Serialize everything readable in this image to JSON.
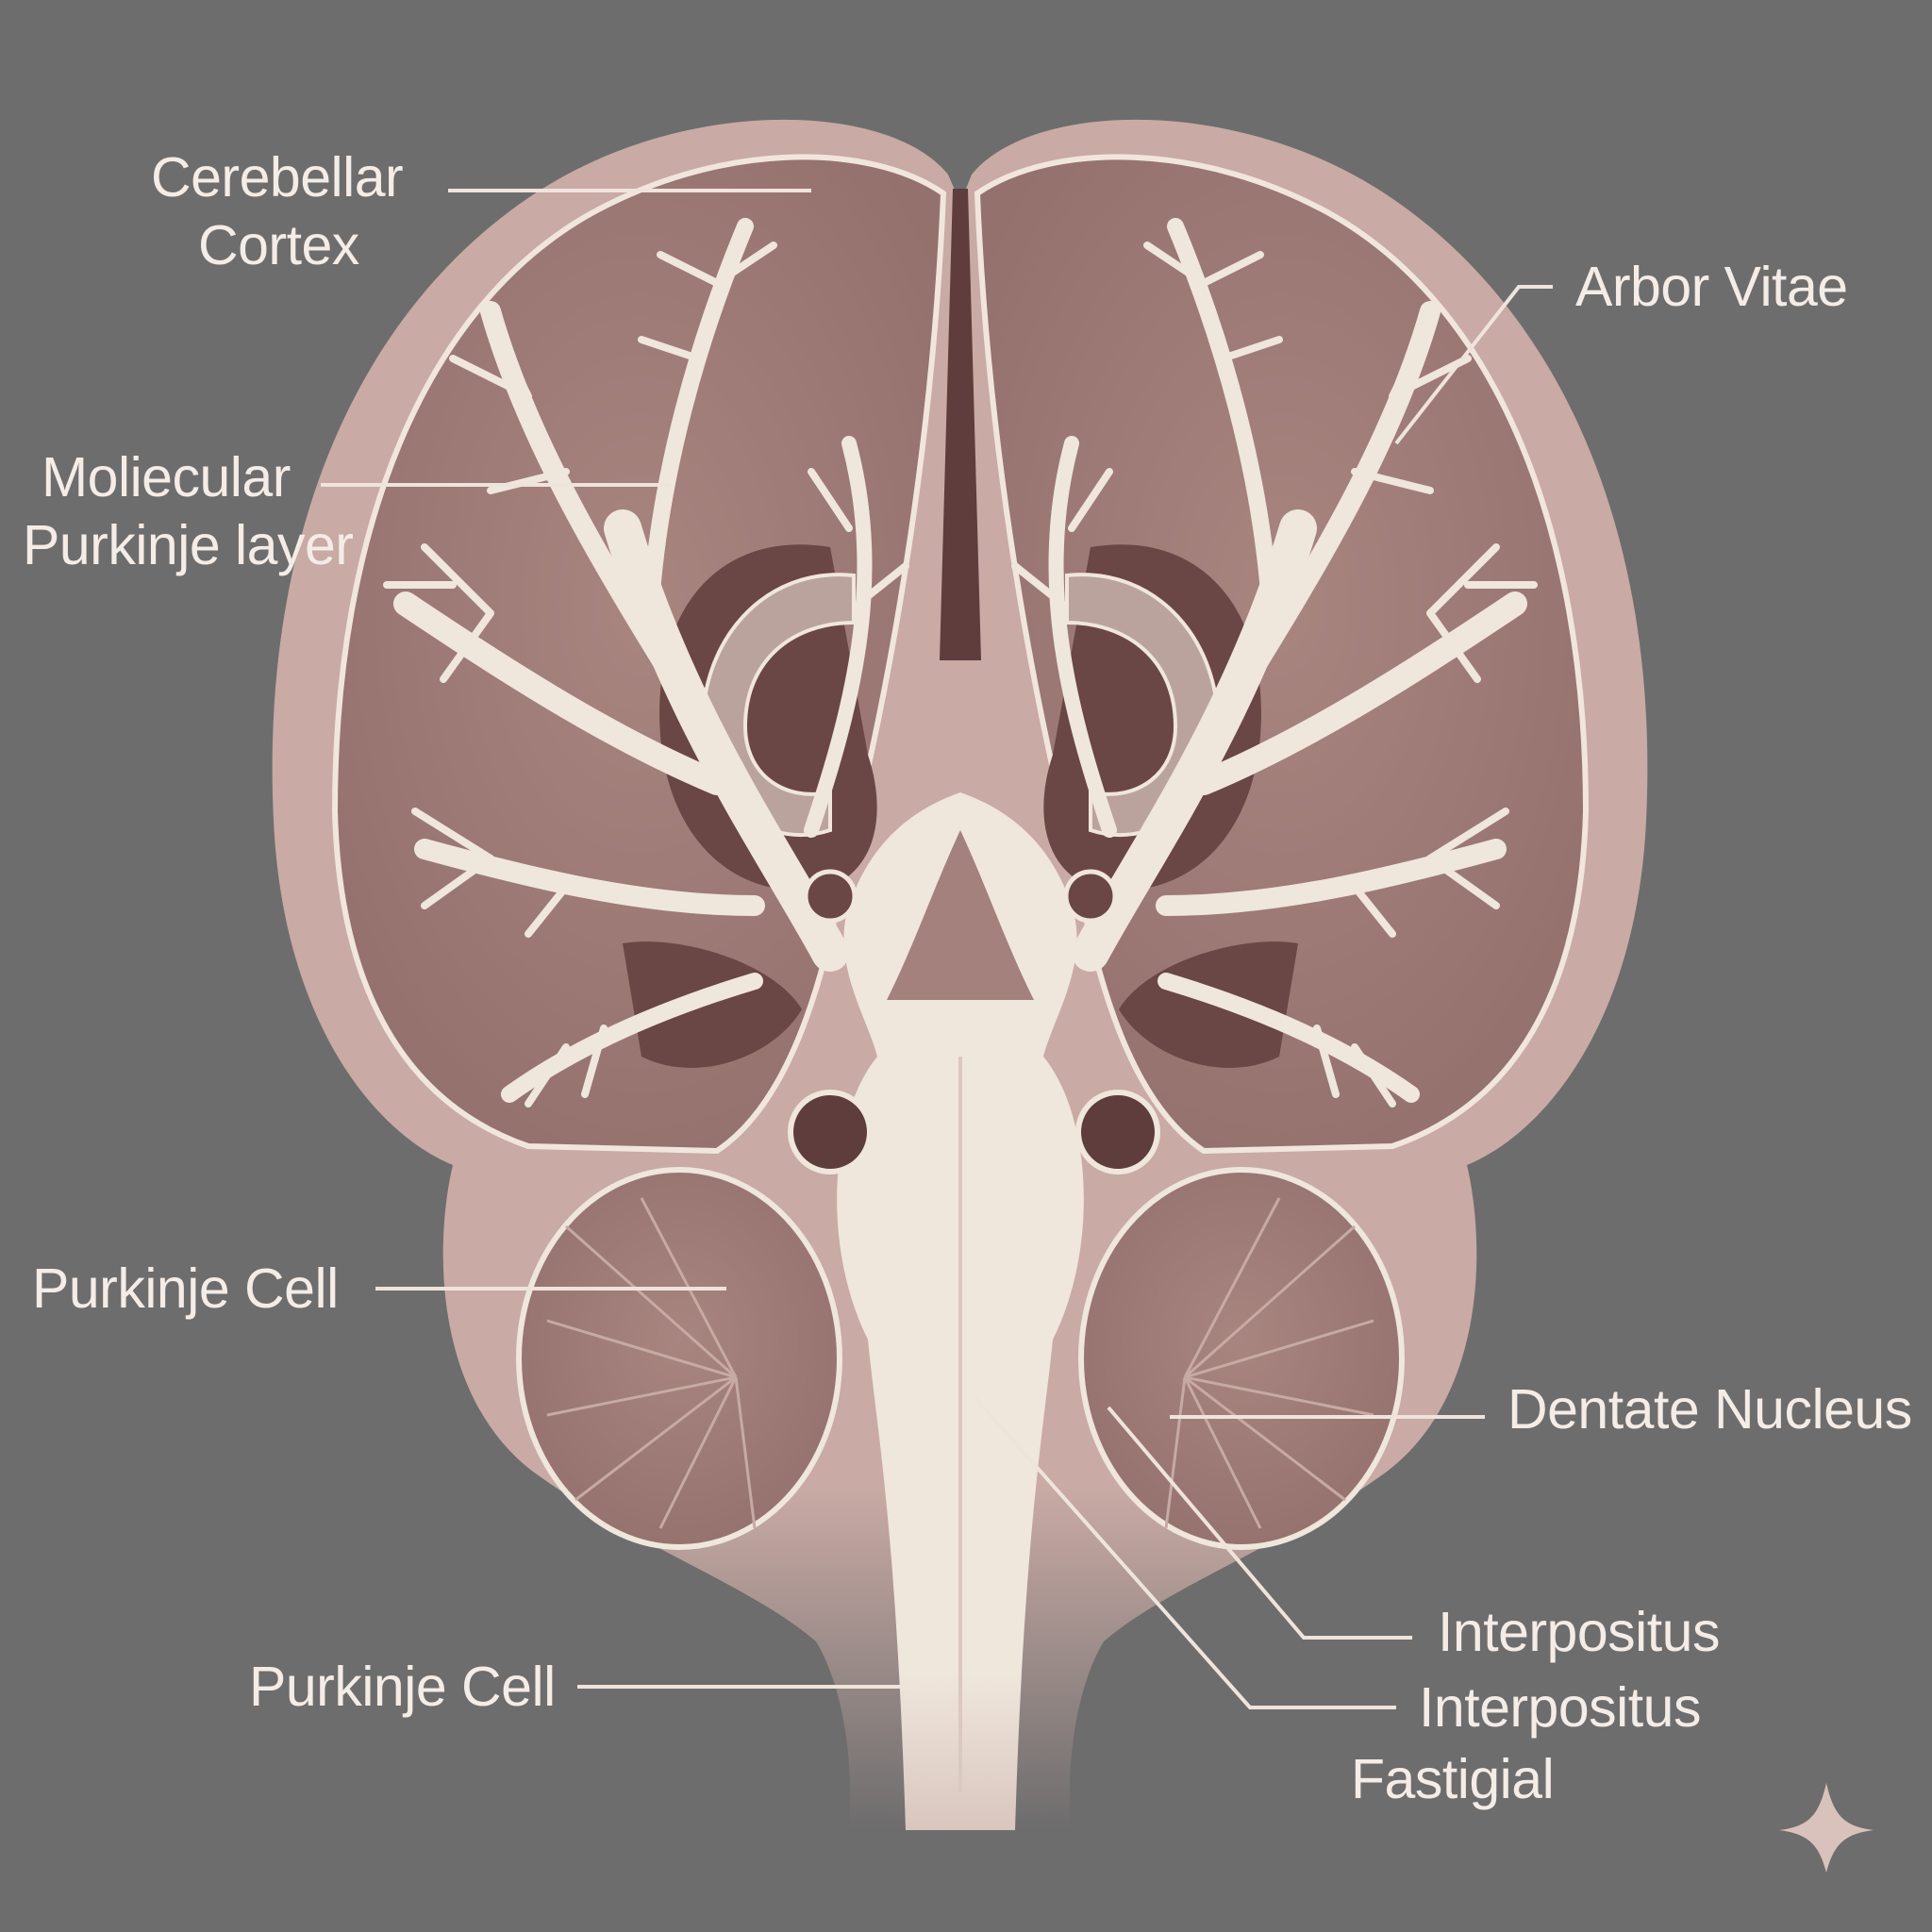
{
  "labels": {
    "cerebellar_cortex": {
      "line1": "Cerebellar",
      "line2": "Cortex"
    },
    "arbor_vitae": "Arbor Vitae",
    "molecular_purkinje": {
      "line1": "Moliecular",
      "line2": "Purkinje layer"
    },
    "purkinje_cell_upper": "Purkinje Cell",
    "dentate_nucleus": "Dentate Nucleus",
    "purkinje_cell_lower": "Purkinje Cell",
    "interpositus_1": "Interpositus",
    "interpositus_2": "Interpositus",
    "fastigial": "Fastigial"
  },
  "colors": {
    "background": "#6d6d6d",
    "outer_membrane": "#c9a9a3",
    "cortex_fill": "#a4817c",
    "white_matter": "#efe6dc",
    "dark_fissure": "#5e3d3c",
    "label_text": "#f4ece6",
    "leader_line": "#efe4dc"
  },
  "icons": {
    "corner_mark": "sparkle-icon"
  }
}
